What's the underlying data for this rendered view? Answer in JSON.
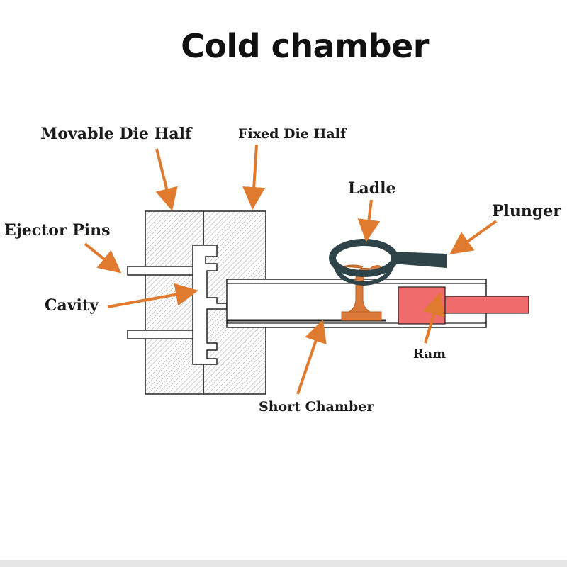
{
  "title": "Cold chamber",
  "labels": {
    "movable_die_half": "Movable Die Half",
    "fixed_die_half": "Fixed Die Half",
    "ejector_pins": "Ejector Pins",
    "cavity": "Cavity",
    "ladle": "Ladle",
    "plunger": "Plunger",
    "ram": "Ram",
    "short_chamber": "Short Chamber"
  },
  "colors": {
    "arrow": "#e07a2e",
    "molten_metal": "#d97a3a",
    "ram": "#f06b6b",
    "ladle": "#2f4448",
    "outline": "#222222",
    "hatch": "#9a9a9a"
  }
}
